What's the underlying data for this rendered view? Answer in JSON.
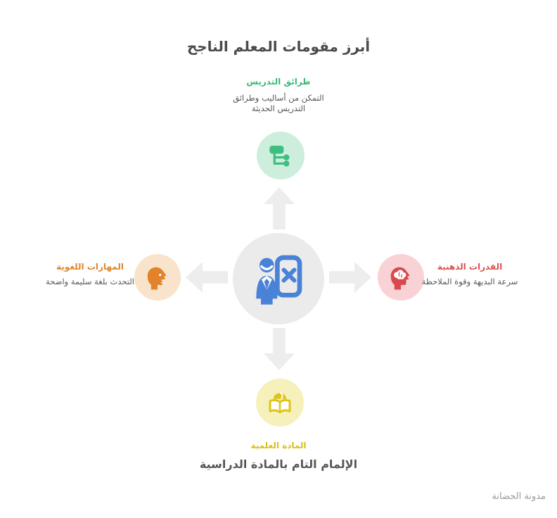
{
  "title": "أبرز مقومات المعلم الناجح",
  "watermark": "مدونة الحضانة",
  "colors": {
    "title_text": "#4b4b4b",
    "caption_text": "#565656",
    "watermark_text": "#9b9b9b",
    "arrow": "#ededed",
    "center_circle_bg": "#ebebeb",
    "center_icon": "#4a82d8",
    "top_circle_bg": "#cdeedd",
    "top_icon": "#3fbf7f",
    "top_label": "#3cb878",
    "left_circle_bg": "#fae3cb",
    "left_icon": "#e2832c",
    "left_label": "#e0862c",
    "right_circle_bg": "#f8d2d5",
    "right_icon": "#d9484d",
    "right_label": "#d9534f",
    "bottom_circle_bg": "#f6f0ba",
    "bottom_icon": "#ddc517",
    "bottom_label": "#d8bf1c"
  },
  "center": {
    "icon": "teacher-board-icon"
  },
  "nodes": {
    "top": {
      "icon": "flowchart-icon",
      "label": "طرائق التدريس",
      "caption_line1": "التمكن من أساليب وطرائق",
      "caption_line2": "التدريس الحديثة"
    },
    "left": {
      "icon": "speaking-head-icon",
      "label": "المهارات اللغوية",
      "caption": "التحدث بلغة سليمة واضحة"
    },
    "right": {
      "icon": "brain-head-icon",
      "label": "القدرات الذهنية",
      "caption": "سرعة البديهة وقوة الملاحظة"
    },
    "bottom": {
      "icon": "book-knowledge-icon",
      "label": "المادة العلمية",
      "caption": "الإلمام التام بالمادة الدراسية"
    }
  }
}
